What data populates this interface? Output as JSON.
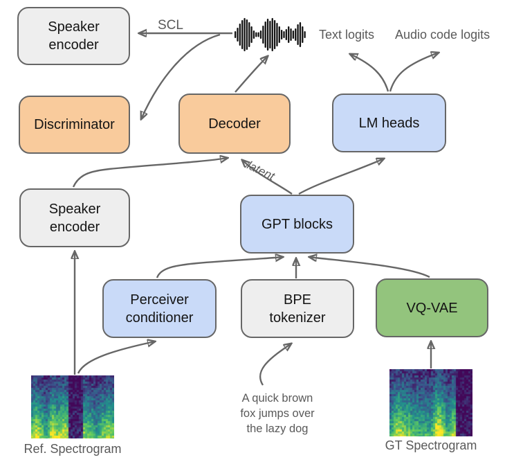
{
  "diagram_title": "TTS model architecture diagram",
  "colors": {
    "gray": "#eeeeee",
    "orange": "#f9cb9c",
    "blue": "#c9daf8",
    "green": "#93c47d",
    "border": "#666666",
    "arrow": "#666666",
    "labelgray": "#595959"
  },
  "nodes": {
    "speaker_encoder_top": {
      "label": "Speaker\nencoder"
    },
    "discriminator": {
      "label": "Discriminator"
    },
    "decoder": {
      "label": "Decoder"
    },
    "lm_heads": {
      "label": "LM heads"
    },
    "speaker_encoder_mid": {
      "label": "Speaker\nencoder"
    },
    "gpt_blocks": {
      "label": "GPT blocks"
    },
    "perceiver_conditioner": {
      "label": "Perceiver\nconditioner"
    },
    "bpe_tokenizer": {
      "label": "BPE\ntokenizer"
    },
    "vq_vae": {
      "label": "VQ-VAE"
    }
  },
  "labels": {
    "scl": "SCL",
    "text_logits": "Text logits",
    "audio_code_logits": "Audio code logits",
    "latent": "latent",
    "input_text": "A quick brown\nfox jumps over\nthe lazy dog",
    "ref_spectrogram": "Ref. Spectrogram",
    "gt_spectrogram": "GT Spectrogram"
  },
  "icons": {
    "waveform": "waveform-icon"
  }
}
